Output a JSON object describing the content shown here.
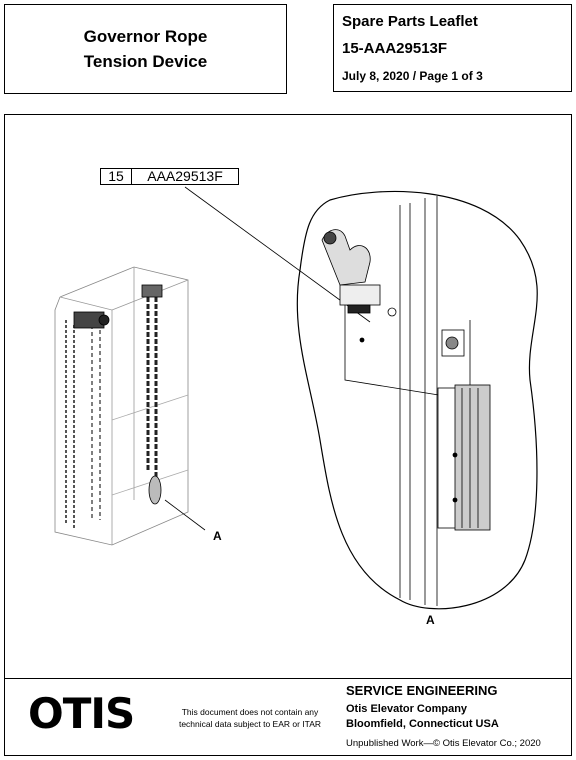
{
  "header": {
    "title_line1": "Governor Rope",
    "title_line2": "Tension Device",
    "leaflet_type": "Spare Parts Leaflet",
    "leaflet_number": "15-AAA29513F",
    "date_page": "July 8, 2020 / Page 1 of 3"
  },
  "figure": {
    "item_number": "15",
    "part_number": "AAA29513F",
    "callout_left": "A",
    "callout_detail": "A"
  },
  "footer": {
    "logo_text": "OTIS",
    "disclaimer_line1": "This document does not contain any",
    "disclaimer_line2": "technical data subject to EAR or ITAR",
    "dept": "SERVICE ENGINEERING",
    "company": "Otis Elevator Company",
    "location": "Bloomfield, Connecticut USA",
    "copyright": "Unpublished Work—© Otis Elevator Co.; 2020"
  }
}
